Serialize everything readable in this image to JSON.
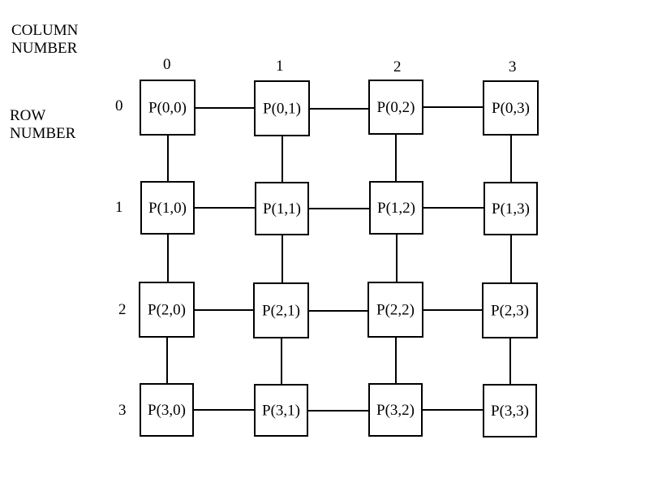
{
  "headers": {
    "column_title_line1": "COLUMN",
    "column_title_line2": "NUMBER",
    "row_title_line1": "ROW",
    "row_title_line2": "NUMBER"
  },
  "column_numbers": [
    "0",
    "1",
    "2",
    "3"
  ],
  "row_numbers": [
    "0",
    "1",
    "2",
    "3"
  ],
  "nodes": [
    [
      "P(0,0)",
      "P(0,1)",
      "P(0,2)",
      "P(0,3)"
    ],
    [
      "P(1,0)",
      "P(1,1)",
      "P(1,2)",
      "P(1,3)"
    ],
    [
      "P(2,0)",
      "P(2,1)",
      "P(2,2)",
      "P(2,3)"
    ],
    [
      "P(3,0)",
      "P(3,1)",
      "P(3,2)",
      "P(3,3)"
    ]
  ],
  "topology": "2D mesh",
  "rows": 4,
  "cols": 4
}
